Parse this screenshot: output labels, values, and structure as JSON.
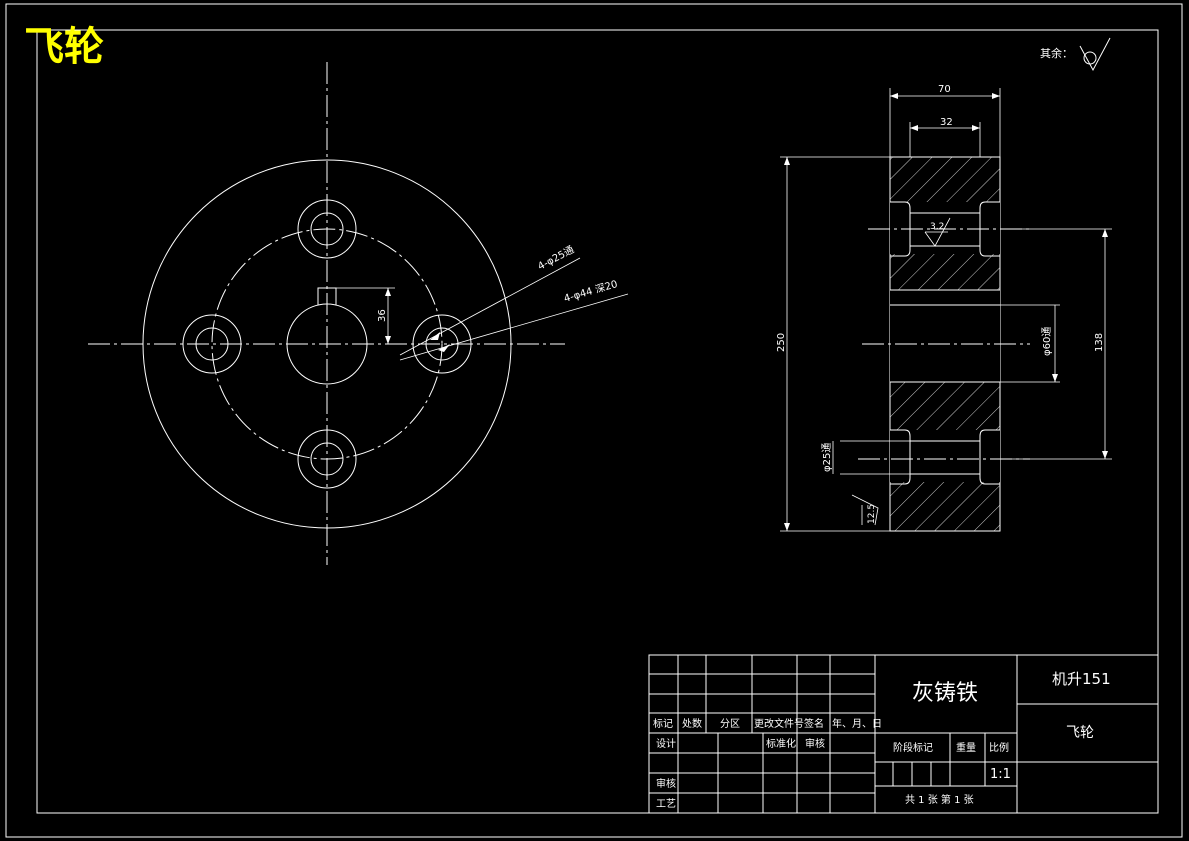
{
  "colors": {
    "background": "#000000",
    "line": "#ffffff",
    "title": "#ffff00"
  },
  "drawing_title": "飞轮",
  "roughness_note": "其余：",
  "front_view": {
    "dim_holes_small": "4-φ25通",
    "dim_holes_counterbore": "4-φ44 深20",
    "dim_keyway": "36"
  },
  "side_view": {
    "dim_width": "70",
    "dim_inner_width": "32",
    "dim_diameter": "250",
    "dim_bore": "φ60通",
    "dim_bolt_circle": "138",
    "dim_hole": "φ25通",
    "dim_roughness_1": "3.2",
    "dim_roughness_2": "12.5"
  },
  "title_block": {
    "h_mark": "标记",
    "h_count": "处数",
    "h_zone": "分区",
    "h_doc": "更改文件号",
    "h_sign": "签名",
    "h_date": "年、月、日",
    "design": "设计",
    "standardize": "标准化",
    "standardize_sign": "审核",
    "review": "审核",
    "process": "工艺",
    "material": "灰铸铁",
    "stage_mark": "阶段标记",
    "weight": "重量",
    "scale_label": "比例",
    "scale_value": "1:1",
    "sheet_info": "共 1 张    第 1 张",
    "school": "机升151",
    "part_name": "飞轮"
  }
}
